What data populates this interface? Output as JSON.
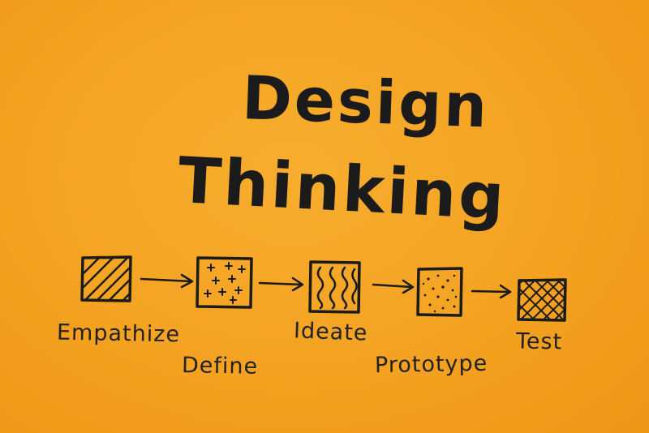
{
  "title": {
    "line1": "Design",
    "line2": "Thinking"
  },
  "steps": [
    {
      "label": "Empathize",
      "icon": "diagonal-hatch-icon"
    },
    {
      "label": "Define",
      "icon": "crosses-grid-icon"
    },
    {
      "label": "Ideate",
      "icon": "wavy-lines-icon"
    },
    {
      "label": "Prototype",
      "icon": "dotted-square-icon"
    },
    {
      "label": "Test",
      "icon": "crosshatch-icon"
    }
  ],
  "colors": {
    "paper": "#f4a221",
    "ink": "#1b1b1b"
  }
}
